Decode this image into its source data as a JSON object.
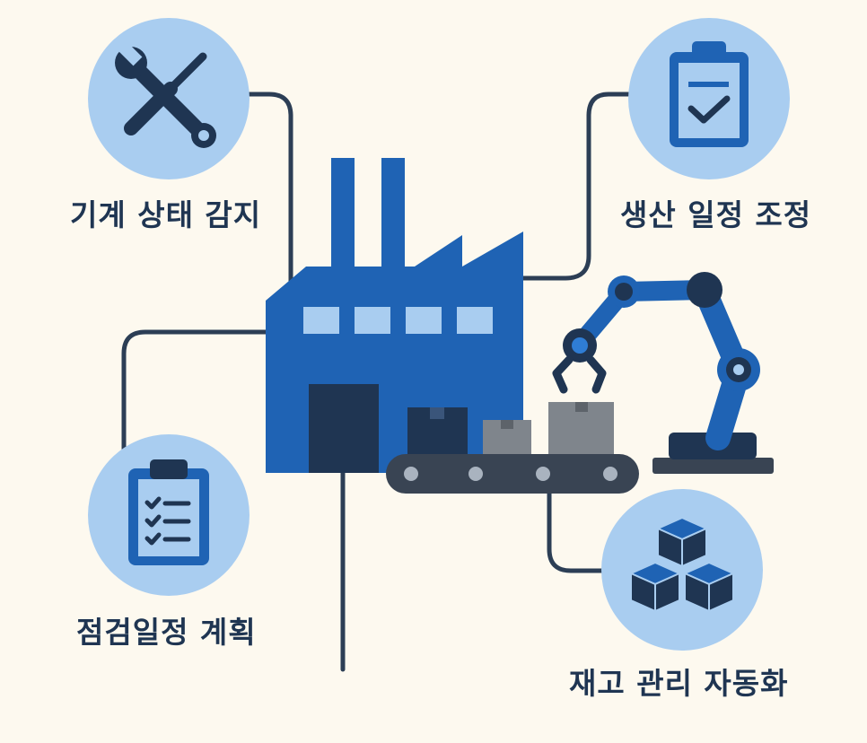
{
  "labels": {
    "machine_monitoring": "기계 상태 감지",
    "production_scheduling": "생산 일정 조정",
    "inspection_planning": "점검일정 계획",
    "inventory_automation": "재고 관리 자동화"
  },
  "icons": {
    "machine_monitoring": "wrench-screwdriver-icon",
    "production_scheduling": "clipboard-check-icon",
    "inspection_planning": "checklist-icon",
    "inventory_automation": "boxes-icon",
    "center": "factory-icon",
    "conveyor": "conveyor-belt-icon",
    "robot": "robot-arm-icon"
  },
  "colors": {
    "background": "#fdf9ef",
    "circle_fill": "#a9cdf0",
    "factory_blue": "#1f63b4",
    "navy": "#1f3552",
    "connector": "#2c3e55",
    "window": "#a9cdf0",
    "box_gray": "#7f858c",
    "conveyor": "#394453"
  }
}
